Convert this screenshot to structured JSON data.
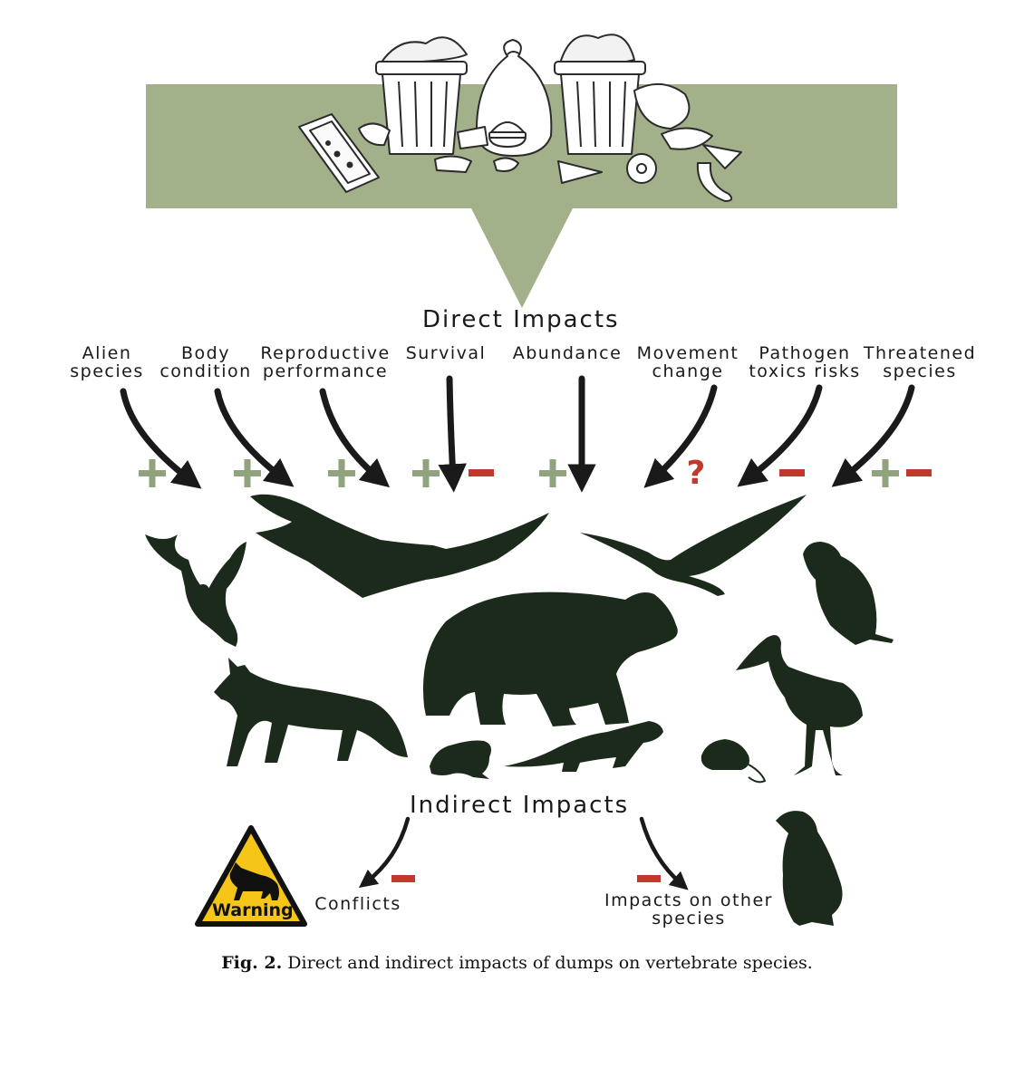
{
  "headings": {
    "direct": "Direct Impacts",
    "indirect": "Indirect Impacts"
  },
  "direct_impacts": [
    {
      "line1": "Alien",
      "line2": "species",
      "effect": "+"
    },
    {
      "line1": "Body",
      "line2": "condition",
      "effect": "+"
    },
    {
      "line1": "Reproductive",
      "line2": "performance",
      "effect": "+"
    },
    {
      "line1": "Survival",
      "line2": "",
      "effect": "+ −"
    },
    {
      "line1": "Abundance",
      "line2": "",
      "effect": "+"
    },
    {
      "line1": "Movement",
      "line2": "change",
      "effect": "?"
    },
    {
      "line1": "Pathogen",
      "line2": "toxics risks",
      "effect": "−"
    },
    {
      "line1": "Threatened",
      "line2": "species",
      "effect": "+ −"
    }
  ],
  "indirect_impacts": [
    {
      "line1": "Conflicts",
      "line2": "",
      "effect": "−"
    },
    {
      "line1": "Impacts on other",
      "line2": "species",
      "effect": "−"
    }
  ],
  "warning_sign": {
    "text": "Warning",
    "icon": "dog-icon"
  },
  "caption": {
    "label": "Fig. 2.",
    "text": "Direct and indirect impacts of dumps on vertebrate species."
  },
  "colors": {
    "banner": "#a3b18a",
    "positive": "#8fa37c",
    "negative": "#c0392b",
    "silhouette": "#1c2a1c",
    "warning": "#f5c518"
  },
  "icons": [
    "trash-can-icon",
    "garbage-bag-icon",
    "pizza-box-icon",
    "burger-icon",
    "donut-icon",
    "banana-icon",
    "eagle-icon",
    "vulture-icon",
    "gull-icon",
    "bear-icon",
    "fox-icon",
    "frog-icon",
    "otter-icon",
    "mouse-icon",
    "stork-icon",
    "penguin-icon",
    "dog-icon"
  ]
}
